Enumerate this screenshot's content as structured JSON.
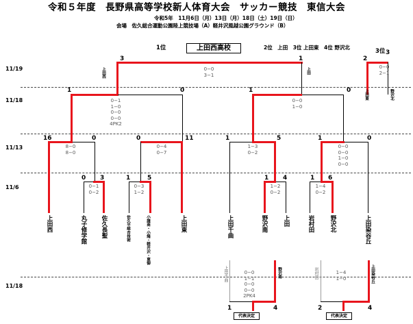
{
  "header": {
    "title": "令和５年度　長野県高等学校新人体育大会　サッカー競技　東信大会",
    "schedule": "令和5年　11月6日（月）13日（月）18日（土）19日（日）",
    "venue": "会場　佐久総合運動公園陸上競技場（A）軽井沢風越公園グラウンド（B）"
  },
  "ranking": {
    "first_label": "1位",
    "first_team": "上田西高校",
    "second": "2位　上田　3位 上田東　4位 野沢北",
    "third_label": "3位"
  },
  "dates": {
    "d1119": "11/19",
    "d1118": "11/18",
    "d1113": "11/13",
    "d116": "11/6",
    "d1118b": "11/18"
  },
  "teams": [
    "上田西",
    "丸子修学館",
    "佐久長聖",
    "佐久平総合技術",
    "小諸商・小諸・軽井沢・東御",
    "上田東",
    "上田千曲",
    "野沢南",
    "上田",
    "岩村田",
    "野沢北",
    "上田染谷丘"
  ],
  "vertical_labels": {
    "final_left": "上田西",
    "final_right": "上田",
    "third_left": "上田東",
    "third_right": "野沢北",
    "rep_left_loser": "上田千曲",
    "rep_left_winner": "野沢南",
    "rep_right_loser": "岩村田",
    "rep_right_winner": "上田染谷丘"
  },
  "scores": {
    "final": "0−0\n3−1",
    "third": "0−0\n2−1",
    "sf_left": "0−1\n1−0\n0−0\n0−0\n4PK2",
    "sf_right": "0−0\n1−0",
    "qf1": "8−0\n8−0",
    "qf2": "0−4\n0−7",
    "qf3": "1−3\n0−2",
    "qf4": "0−0\n0−0\n1−0\n0−0",
    "r1a": "0−1\n0−2",
    "r1b": "0−3\n1−2",
    "r1c": "1−2\n0−2",
    "r1d": "1−4\n0−2",
    "rep_left": "0−0\n1−1\n0−0\n0−0\n2PK4",
    "rep_right": "1−4\n1−0"
  },
  "seeds": {
    "final_l": "3",
    "final_r": "1",
    "third_l": "2",
    "third_r": "3",
    "sfl_l": "1",
    "sfl_r": "0",
    "sfr_l": "1",
    "sfr_r": "0",
    "qf1_l": "16",
    "qf1_r": "0",
    "qf2_l": "0",
    "qf2_r": "11",
    "qf3_l": "1",
    "qf3_r": "5",
    "qf4_l": "1",
    "qf4_r": "0",
    "r1a_l": "0",
    "r1a_r": "3",
    "r1b_l": "1",
    "r1b_r": "5",
    "r1c_l": "1",
    "r1c_r": "4",
    "r1d_l": "1",
    "r1d_r": "6",
    "repl_l": "1",
    "repl_r": "4",
    "repr_l": "2",
    "repr_r": "4"
  },
  "representative_label": "代表決定"
}
